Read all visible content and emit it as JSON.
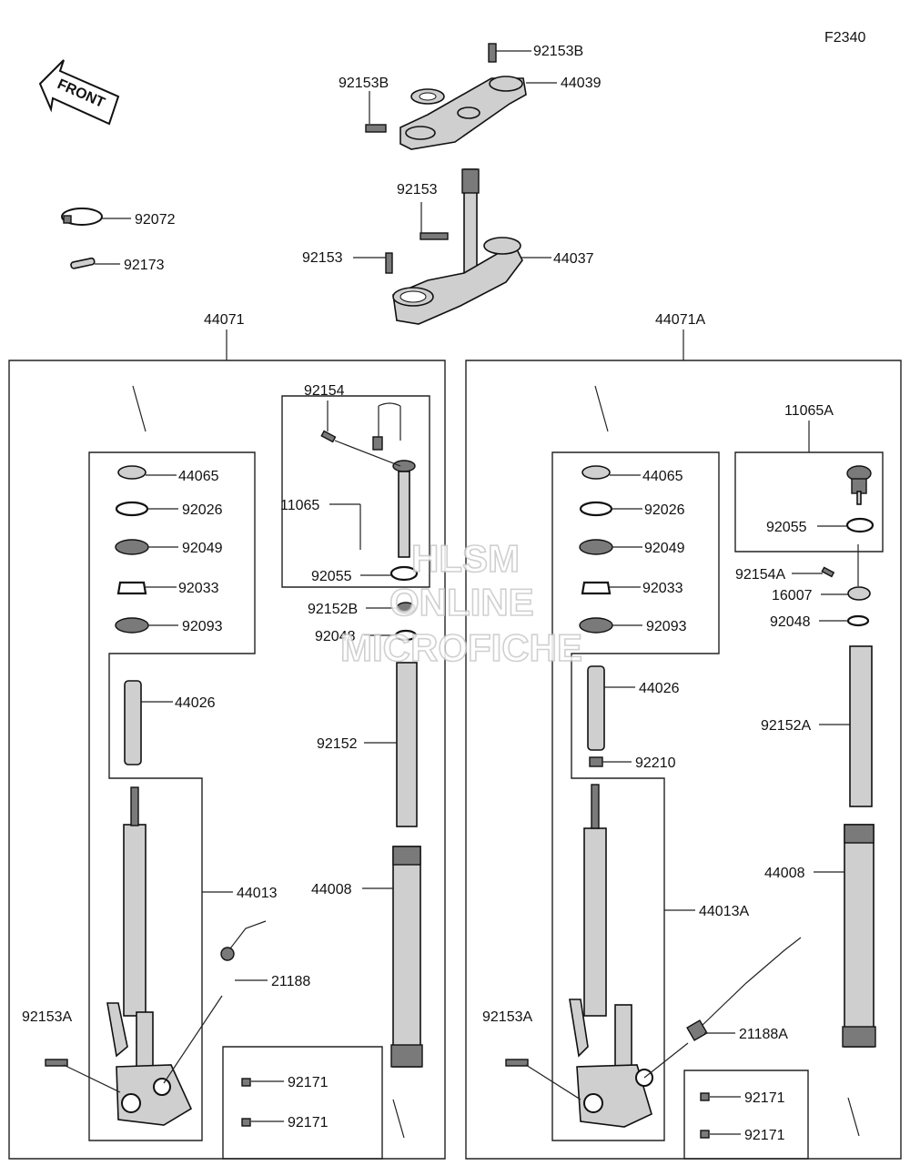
{
  "figure_code": "F2340",
  "front_label": "FRONT",
  "watermark": [
    "HLSM",
    "ONLINE",
    "MICROFICHE"
  ],
  "top": {
    "upper_bracket": {
      "part": "44039",
      "bolt_right": "92153B",
      "bolt_left": "92153B"
    },
    "stem": {
      "part": "44037",
      "bolt_a": "92153",
      "bolt_b": "92153"
    },
    "clamp": "92072",
    "clip": "92173"
  },
  "left_fork": {
    "assembly": "44071",
    "collar": "44065",
    "ring": "92026",
    "bushing": "92049",
    "circlip": "92033",
    "seal": "92093",
    "spring": "44026",
    "inner_tube": "44013",
    "sensor": "21188",
    "bolt": "92153A",
    "clip_a": "92171",
    "clip_b": "92171",
    "screw": "92154",
    "damper": "11065",
    "oring": "92055",
    "washer": "92152B",
    "oring2": "92048",
    "spacer": "92152",
    "outer_tube": "44008"
  },
  "right_fork": {
    "assembly": "44071A",
    "collar": "44065",
    "ring": "92026",
    "bushing": "92049",
    "circlip": "92033",
    "seal": "92093",
    "spring": "44026",
    "nut": "92210",
    "inner_tube": "44013A",
    "sensor": "21188A",
    "bolt": "92153A",
    "clip_a": "92171",
    "clip_b": "92171",
    "damper": "11065A",
    "oring": "92055",
    "screw": "92154A",
    "cap": "16007",
    "oring2": "92048",
    "spacer": "92152A",
    "outer_tube": "44008"
  }
}
